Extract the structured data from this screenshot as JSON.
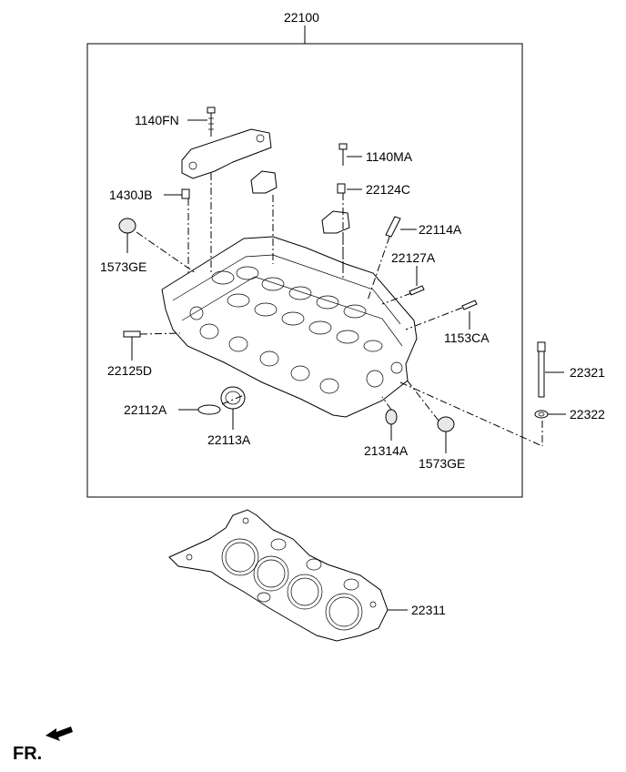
{
  "labels": {
    "p22100": "22100",
    "p1140FN": "1140FN",
    "p1140MA": "1140MA",
    "p22124C": "22124C",
    "p1430JB": "1430JB",
    "p22114A": "22114A",
    "p1573GE_left": "1573GE",
    "p22127A": "22127A",
    "p1153CA": "1153CA",
    "p22125D": "22125D",
    "p22321": "22321",
    "p22112A": "22112A",
    "p22322": "22322",
    "p22113A": "22113A",
    "p21314A": "21314A",
    "p1573GE_right": "1573GE",
    "p22311": "22311",
    "direction": "FR."
  }
}
